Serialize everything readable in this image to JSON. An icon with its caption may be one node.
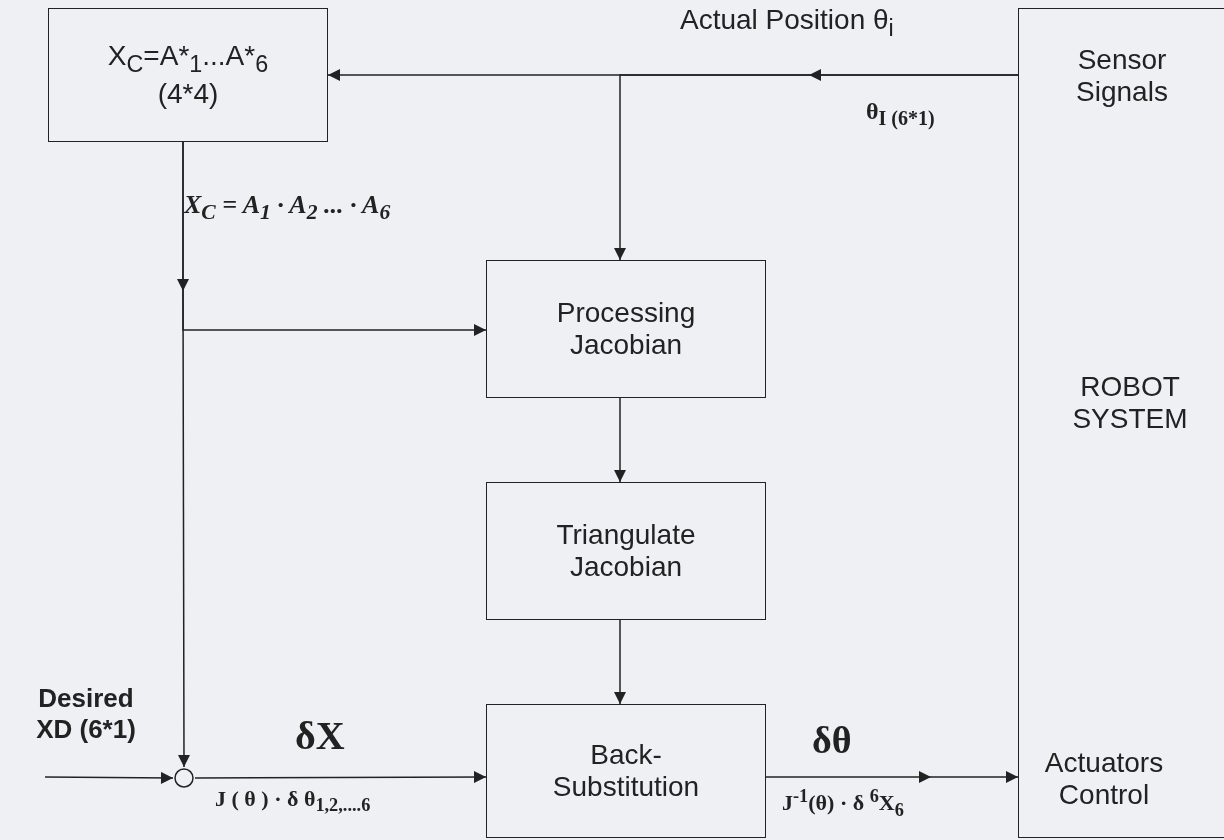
{
  "diagram": {
    "nodes": [
      {
        "text": [
          "X$_{C}$=A*$_{1}$...A*$_{6}$ (4*4)"
        ]
      },
      {
        "text": [
          "Processing Jacobian"
        ]
      },
      {
        "text": [
          "Triangulate Jacobian"
        ]
      },
      {
        "text": [
          "Back-Substitution"
        ]
      },
      {
        "text": [
          "Sensor Signals",
          "ROBOT SYSTEM",
          "Actuators Control"
        ]
      },
      {
        "text": [],
        "shape": "circle"
      }
    ],
    "edges": [
      {
        "from": 4,
        "to": 0,
        "arrow": "to"
      },
      {
        "from": 4,
        "to": 1,
        "arrow": "to"
      },
      {
        "from": 0,
        "to": 5,
        "arrow": "to",
        "label": "X$_{C}$ = A$_{1}$ · A$_{2}$ ... · A$_{6}$"
      },
      {
        "from": 0,
        "to": 1,
        "arrow": "to"
      },
      {
        "from": 1,
        "to": 2,
        "arrow": "to"
      },
      {
        "from": 2,
        "to": 3,
        "arrow": "to"
      },
      {
        "from": null,
        "to": 5,
        "arrow": "to"
      },
      {
        "from": 5,
        "to": 3,
        "arrow": "to",
        "label": "δX"
      },
      {
        "from": 3,
        "to": 4,
        "arrow": "to",
        "label": "δθ"
      }
    ],
    "labels": [
      "Actual Position θ$_{i}$",
      "θ$_{I (6*1)}$",
      "Desired XD (6*1)",
      "J ( θ ) · δ θ$_{1,2,....6}$",
      "J$^{-1}$(θ) · δ $^{6}$X$_{6}$"
    ]
  }
}
